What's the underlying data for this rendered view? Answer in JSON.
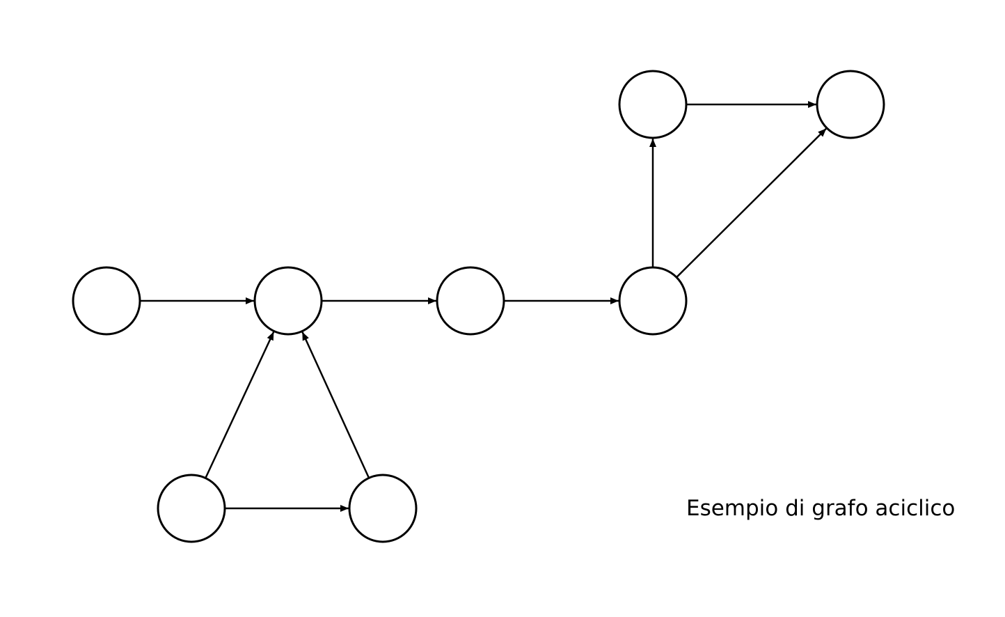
{
  "diagram": {
    "caption": "Esempio di grafo aciclico",
    "stroke_color": "#000000",
    "background_color": "#ffffff",
    "nodes": [
      {
        "id": "n1"
      },
      {
        "id": "n2"
      },
      {
        "id": "n3"
      },
      {
        "id": "n4"
      },
      {
        "id": "n5"
      },
      {
        "id": "n6"
      },
      {
        "id": "n7"
      },
      {
        "id": "n8"
      }
    ],
    "edges": [
      {
        "from": "n1",
        "to": "n2"
      },
      {
        "from": "n2",
        "to": "n3"
      },
      {
        "from": "n3",
        "to": "n4"
      },
      {
        "from": "n4",
        "to": "n5"
      },
      {
        "from": "n4",
        "to": "n6"
      },
      {
        "from": "n5",
        "to": "n6"
      },
      {
        "from": "n7",
        "to": "n2"
      },
      {
        "from": "n8",
        "to": "n2"
      },
      {
        "from": "n7",
        "to": "n8"
      }
    ]
  }
}
